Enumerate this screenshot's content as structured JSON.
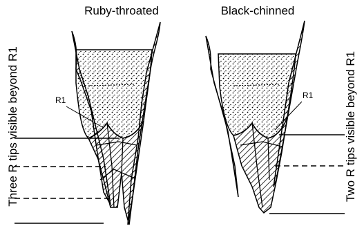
{
  "figure": {
    "left_species": "Ruby-throated",
    "right_species": "Black-chinned",
    "left_r1_label": "R1",
    "right_r1_label": "R1",
    "left_side_caption": "Three R tips visible beyond R1",
    "right_side_caption": "Two R tips visible beyond R1",
    "ink_color": "#000000"
  }
}
